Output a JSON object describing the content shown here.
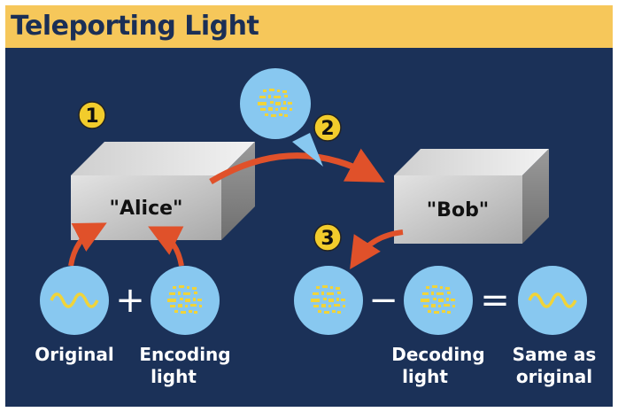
{
  "title": "Teleporting Light",
  "steps": [
    "1",
    "2",
    "3"
  ],
  "boxes": {
    "alice": "\"Alice\"",
    "bob": "\"Bob\""
  },
  "labels": {
    "original": "Original",
    "encoding_line1": "Encoding",
    "encoding_line2": "light",
    "decoding_line1": "Decoding",
    "decoding_line2": "light",
    "same_line1": "Same as",
    "same_line2": "original"
  },
  "operators": {
    "plus": "+",
    "minus": "−",
    "equals": "="
  },
  "colors": {
    "header_bg": "#f6c75a",
    "panel_bg": "#1b3158",
    "circle": "#88c8f0",
    "wave": "#f0d43a",
    "arrow": "#e0512a",
    "step_badge": "#f2cc2c"
  },
  "icons": [
    "wave-icon",
    "encoded-pattern-icon"
  ]
}
